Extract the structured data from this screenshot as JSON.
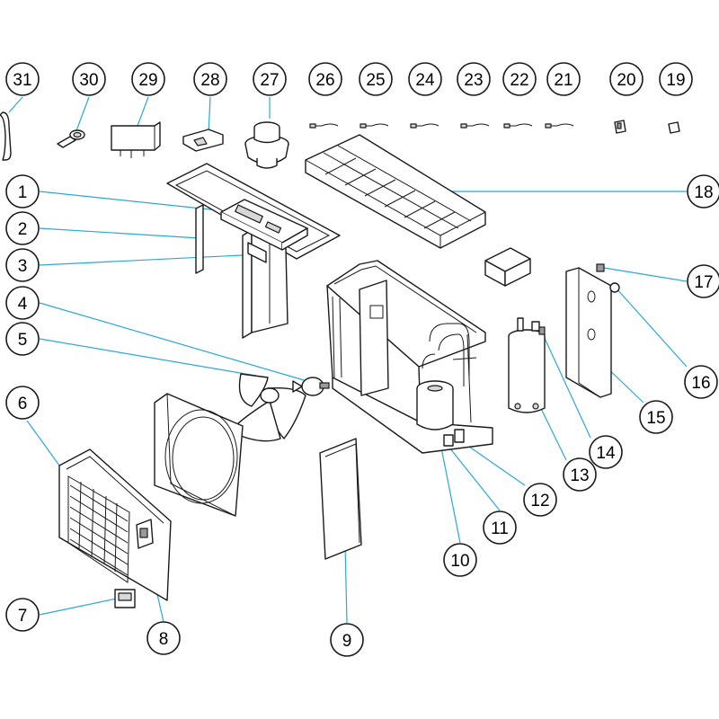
{
  "callouts": [
    {
      "id": "1",
      "label": "1"
    },
    {
      "id": "2",
      "label": "2"
    },
    {
      "id": "3",
      "label": "3"
    },
    {
      "id": "4",
      "label": "4"
    },
    {
      "id": "5",
      "label": "5"
    },
    {
      "id": "6",
      "label": "6"
    },
    {
      "id": "7",
      "label": "7"
    },
    {
      "id": "8",
      "label": "8"
    },
    {
      "id": "9",
      "label": "9"
    },
    {
      "id": "10",
      "label": "10"
    },
    {
      "id": "11",
      "label": "11"
    },
    {
      "id": "12",
      "label": "12"
    },
    {
      "id": "13",
      "label": "13"
    },
    {
      "id": "14",
      "label": "14"
    },
    {
      "id": "15",
      "label": "15"
    },
    {
      "id": "16",
      "label": "16"
    },
    {
      "id": "17",
      "label": "17"
    },
    {
      "id": "18",
      "label": "18"
    },
    {
      "id": "19",
      "label": "19"
    },
    {
      "id": "20",
      "label": "20"
    },
    {
      "id": "21",
      "label": "21"
    },
    {
      "id": "22",
      "label": "22"
    },
    {
      "id": "23",
      "label": "23"
    },
    {
      "id": "24",
      "label": "24"
    },
    {
      "id": "25",
      "label": "25"
    },
    {
      "id": "26",
      "label": "26"
    },
    {
      "id": "27",
      "label": "27"
    },
    {
      "id": "28",
      "label": "28"
    },
    {
      "id": "29",
      "label": "29"
    },
    {
      "id": "30",
      "label": "30"
    },
    {
      "id": "31",
      "label": "31"
    }
  ],
  "colors": {
    "leader": "#2aa8d8",
    "outline": "#1a1a1a",
    "fill": "#ffffff",
    "shade": "#d8d8d8"
  }
}
